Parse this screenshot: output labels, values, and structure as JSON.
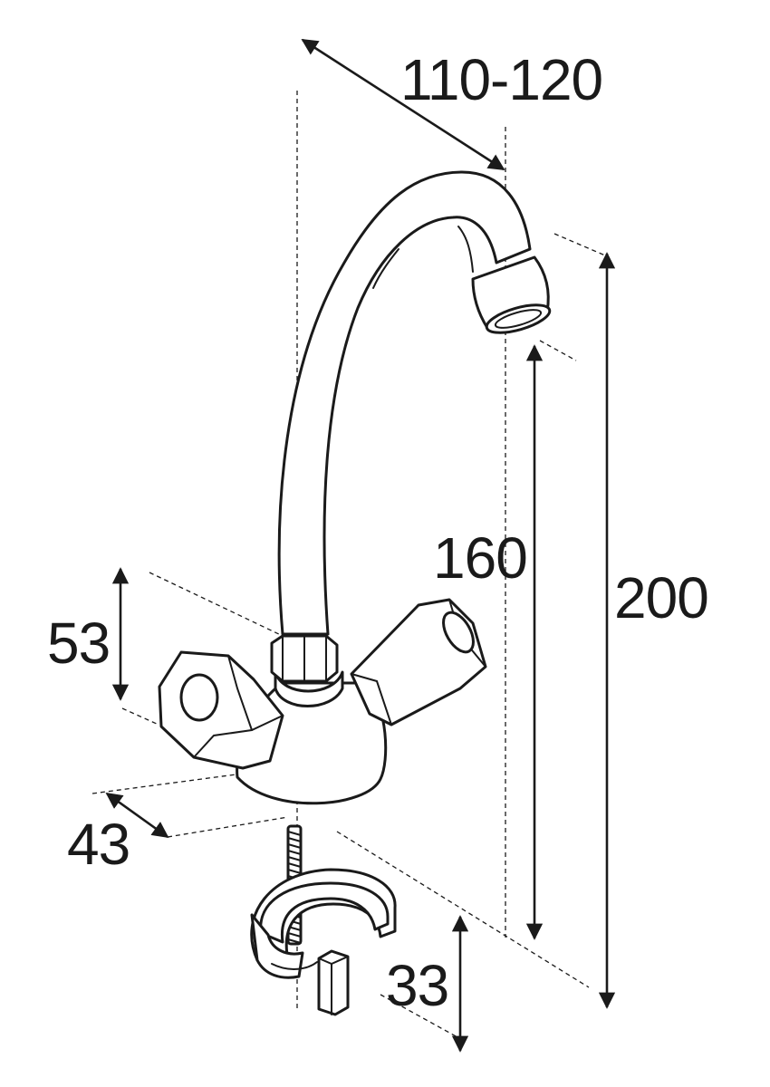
{
  "diagram": {
    "labels": {
      "reach": "110-120",
      "spout_height": "160",
      "total_height": "200",
      "handle_height": "53",
      "base_depth": "43",
      "mount_thickness": "33"
    },
    "colors": {
      "ink": "#1a1a1a",
      "background": "#ffffff"
    }
  }
}
